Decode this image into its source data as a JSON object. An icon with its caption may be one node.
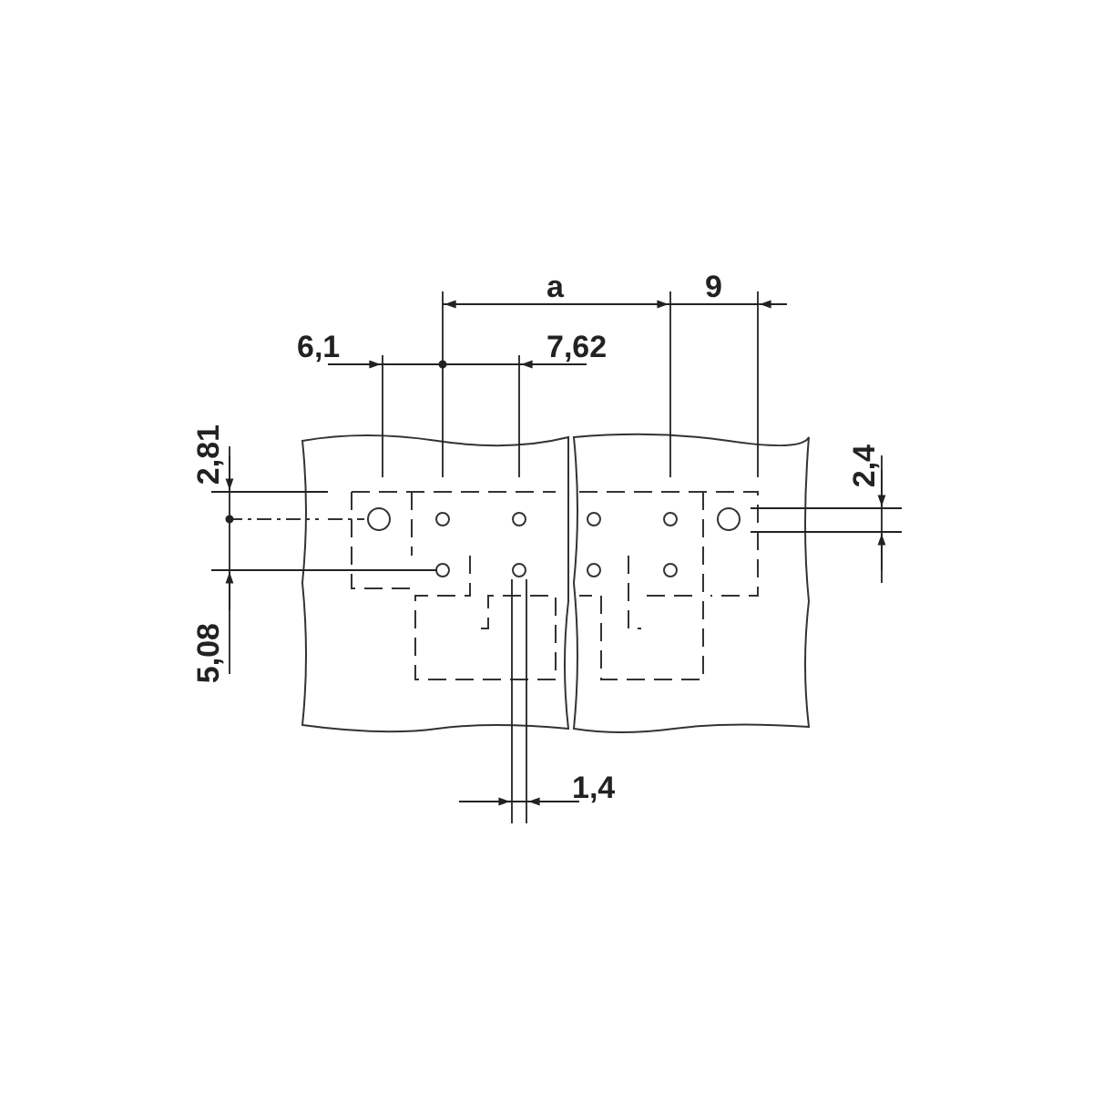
{
  "diagram": {
    "labels": [
      "a",
      "9",
      "6,1",
      "7,62",
      "2,81",
      "2,4",
      "5,08",
      "1,4"
    ]
  }
}
